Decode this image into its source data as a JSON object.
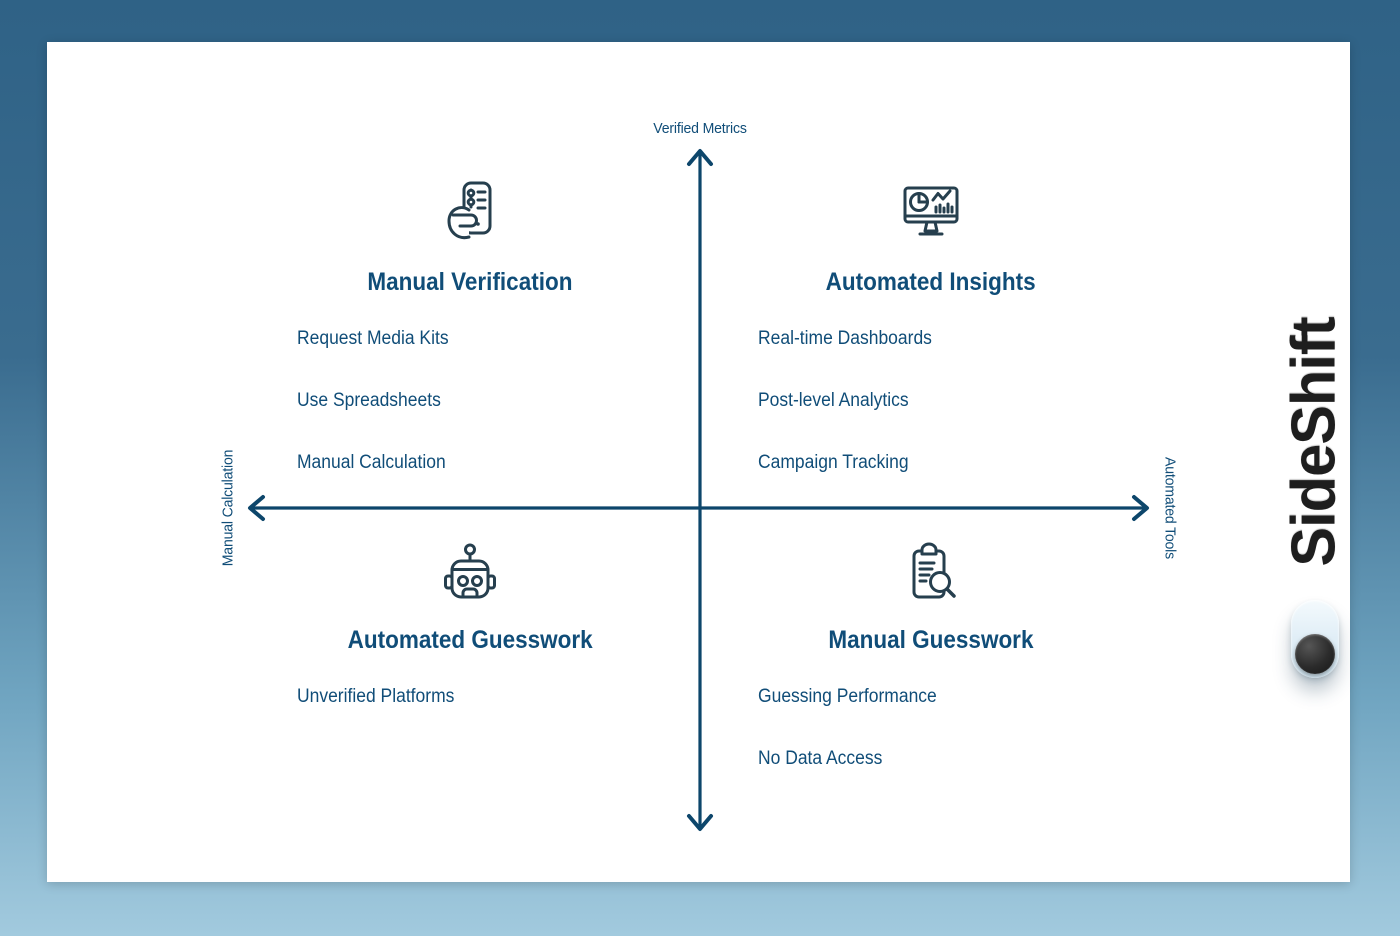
{
  "brand": {
    "name": "SideShift"
  },
  "axes": {
    "top_label": "Verified Metrics",
    "left_label": "Manual Calculation",
    "right_label": "Automated Tools"
  },
  "quadrants": [
    {
      "position": "top-left",
      "icon": "hand-checklist-icon",
      "title": "Manual Verification",
      "items": [
        "Request Media Kits",
        "Use Spreadsheets",
        "Manual Calculation"
      ]
    },
    {
      "position": "top-right",
      "icon": "dashboard-monitor-icon",
      "title": "Automated Insights",
      "items": [
        "Real-time Dashboards",
        "Post-level Analytics",
        "Campaign Tracking"
      ]
    },
    {
      "position": "bottom-left",
      "icon": "robot-icon",
      "title": "Automated Guesswork",
      "items": [
        "Unverified Platforms"
      ]
    },
    {
      "position": "bottom-right",
      "icon": "clipboard-search-icon",
      "title": "Manual Guesswork",
      "items": [
        "Guessing Performance",
        "No Data Access"
      ]
    }
  ],
  "colors": {
    "background_top": "#2f6286",
    "background_bottom": "#a2cade",
    "card": "#ffffff",
    "axis": "#0d466b",
    "text": "#104d78",
    "icon_stroke": "#263f4e",
    "brand_text": "#1e1e1e",
    "toggle_pill": "#dcebf5",
    "toggle_knob": "#262626"
  }
}
